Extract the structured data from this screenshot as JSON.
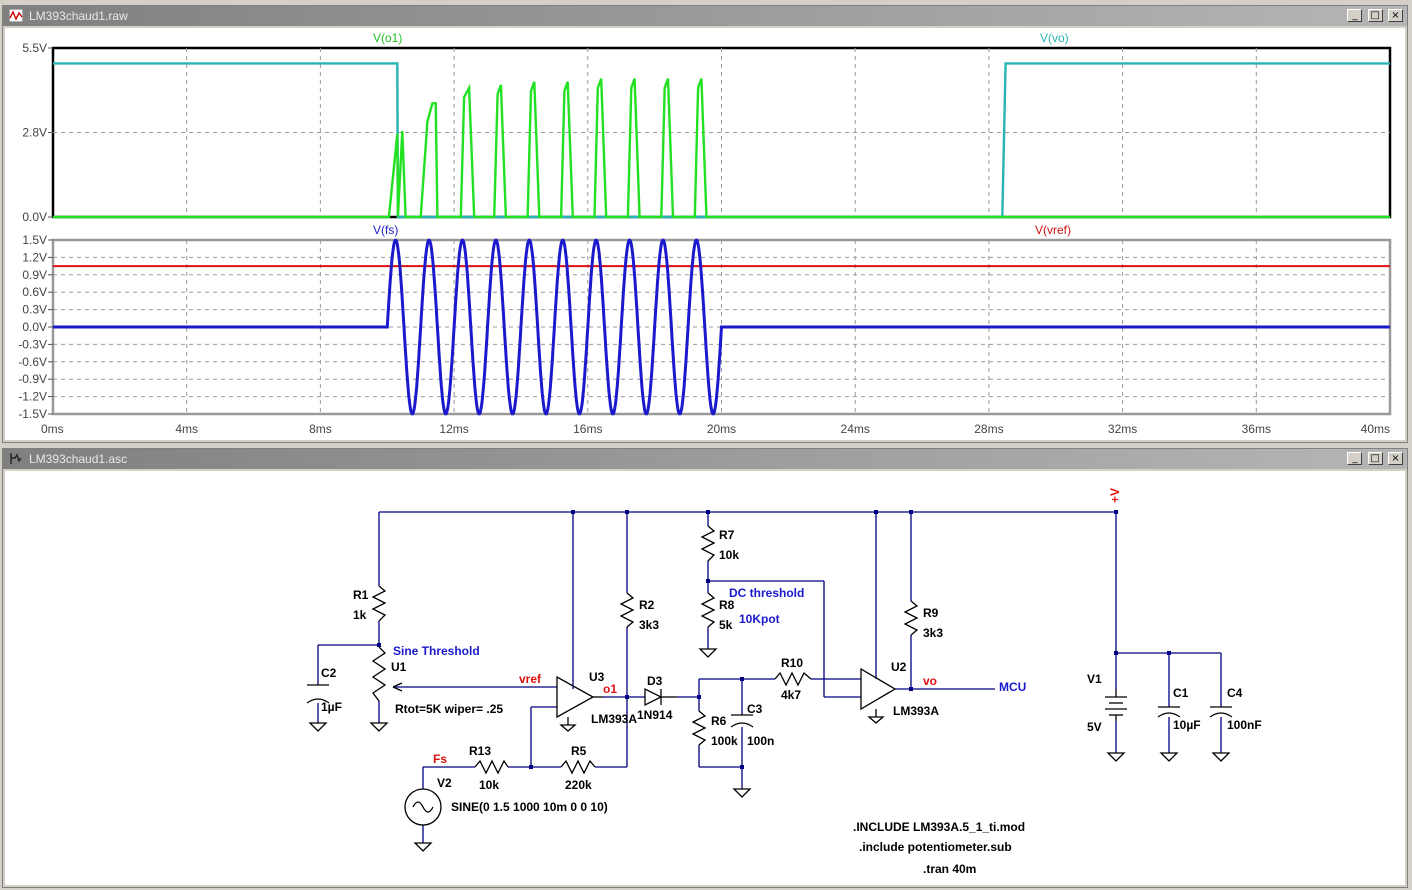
{
  "waveform_window": {
    "title": "LM393chaud1.raw",
    "buttons": [
      "_",
      "□",
      "×"
    ]
  },
  "schematic_window": {
    "title": "LM393chaud1.asc",
    "buttons": [
      "_",
      "□",
      "×"
    ]
  },
  "chart_data": [
    {
      "type": "line",
      "pane": "top",
      "x_unit": "ms",
      "xlim": [
        0,
        40
      ],
      "x_ticks": [
        "0ms",
        "4ms",
        "8ms",
        "12ms",
        "16ms",
        "20ms",
        "24ms",
        "28ms",
        "32ms",
        "36ms",
        "40ms"
      ],
      "ylim": [
        0,
        5.5
      ],
      "y_ticks": [
        "5.5V",
        "2.8V",
        "0.0V"
      ],
      "grid": true,
      "series": [
        {
          "name": "V(o1)",
          "color": "#22e022",
          "x": [
            0,
            10.05,
            10.3,
            10.32,
            10.45,
            10.55,
            11.0,
            11.2,
            11.35,
            11.45,
            11.5,
            12.2,
            12.3,
            12.45,
            12.6,
            13.2,
            13.3,
            13.4,
            13.55,
            14.2,
            14.3,
            14.4,
            14.55,
            15.2,
            15.3,
            15.4,
            15.55,
            16.2,
            16.3,
            16.4,
            16.55,
            17.2,
            17.3,
            17.4,
            17.55,
            18.2,
            18.3,
            18.4,
            18.55,
            19.2,
            19.3,
            19.4,
            19.55,
            20,
            40
          ],
          "values": [
            0,
            0,
            2.7,
            0,
            2.8,
            0,
            0,
            3.1,
            3.7,
            3.7,
            0,
            0,
            3.9,
            4.2,
            0,
            0,
            4.0,
            4.3,
            0,
            0,
            4.1,
            4.4,
            0,
            0,
            4.1,
            4.4,
            0,
            0,
            4.2,
            4.5,
            0,
            0,
            4.2,
            4.5,
            0,
            0,
            4.2,
            4.5,
            0,
            0,
            4.2,
            4.5,
            0,
            0,
            0
          ]
        },
        {
          "name": "V(vo)",
          "color": "#28b4b4",
          "x": [
            0,
            10.3,
            10.32,
            28.4,
            28.5,
            40
          ],
          "values": [
            5.0,
            5.0,
            0,
            0,
            5.0,
            5.0
          ]
        }
      ]
    },
    {
      "type": "line",
      "pane": "bottom",
      "x_unit": "ms",
      "xlim": [
        0,
        40
      ],
      "x_ticks": [
        "0ms",
        "4ms",
        "8ms",
        "12ms",
        "16ms",
        "20ms",
        "24ms",
        "28ms",
        "32ms",
        "36ms",
        "40ms"
      ],
      "ylim": [
        -1.5,
        1.5
      ],
      "y_ticks": [
        "1.5V",
        "1.2V",
        "0.9V",
        "0.6V",
        "0.3V",
        "0.0V",
        "-0.3V",
        "-0.6V",
        "-0.9V",
        "-1.2V",
        "-1.5V"
      ],
      "grid": true,
      "series": [
        {
          "name": "V(fs)",
          "color": "#1a1acc",
          "function": "sine",
          "amplitude": 1.5,
          "frequency_hz": 1000,
          "delay_ms": 10,
          "cycles": 10
        },
        {
          "name": "V(vref)",
          "color": "#dd1111",
          "constant": 1.05
        }
      ]
    }
  ],
  "schematic": {
    "components": [
      {
        "ref": "R1",
        "value": "1k"
      },
      {
        "ref": "R2",
        "value": "3k3"
      },
      {
        "ref": "R5",
        "value": "220k"
      },
      {
        "ref": "R6",
        "value": "100k"
      },
      {
        "ref": "R7",
        "value": "10k"
      },
      {
        "ref": "R8",
        "value": "5k"
      },
      {
        "ref": "R9",
        "value": "3k3"
      },
      {
        "ref": "R10",
        "value": "4k7"
      },
      {
        "ref": "R13",
        "value": "10k"
      },
      {
        "ref": "C1",
        "value": "10µF"
      },
      {
        "ref": "C2",
        "value": "1µF"
      },
      {
        "ref": "C3",
        "value": "100n"
      },
      {
        "ref": "C4",
        "value": "100nF"
      },
      {
        "ref": "D3",
        "value": "1N914"
      },
      {
        "ref": "U1",
        "value": "Rtot=5K wiper= .25"
      },
      {
        "ref": "U2",
        "value": "LM393A"
      },
      {
        "ref": "U3",
        "value": "LM393A"
      },
      {
        "ref": "V1",
        "value": "5V"
      },
      {
        "ref": "V2",
        "value": "SINE(0 1.5 1000 10m 0 0 10)"
      }
    ],
    "net_labels": {
      "vref": "vref",
      "o1": "o1",
      "vo": "vo",
      "fs": "Fs",
      "vplus": "+V"
    },
    "comments": {
      "sine_threshold": "Sine Threshold",
      "dc_threshold": "DC threshold",
      "pot": "10Kpot",
      "mcu": "MCU"
    },
    "directives": [
      ".INCLUDE LM393A.5_1_ti.mod",
      ".include potentiometer.sub",
      ".tran 40m"
    ]
  }
}
